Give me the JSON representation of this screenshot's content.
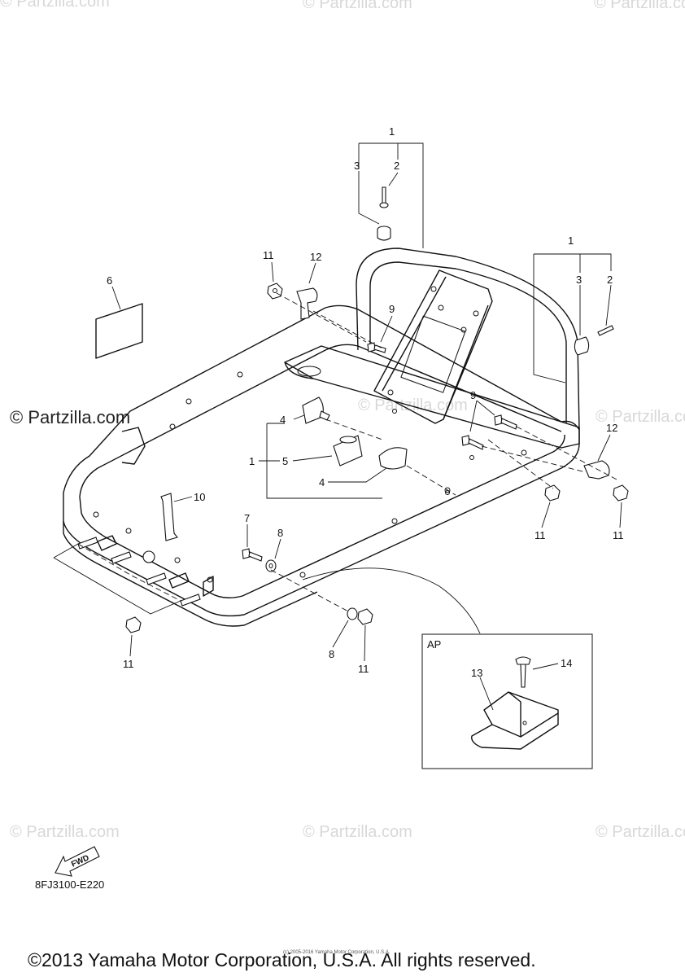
{
  "watermarks": {
    "top_left": "© Partzilla.com",
    "top_center": "© Partzilla.com",
    "top_right": "© Partzilla.com",
    "main": "© Partzilla.com",
    "mid": "© Partzilla.com",
    "right": "© Partzilla.com",
    "bottom_left": "© Partzilla.com",
    "bottom_center": "© Partzilla.com",
    "bottom_right": "© Partzilla.com"
  },
  "callouts": {
    "c1_top": "1",
    "c3_top": "3",
    "c2_top": "2",
    "c1_right": "1",
    "c3_right": "3",
    "c2_right": "2",
    "c11_topleft": "11",
    "c12_topleft": "12",
    "c6": "6",
    "c9_upper": "9",
    "c9_lower": "9",
    "c12_right": "12",
    "c4_upper": "4",
    "c1_mid": "1",
    "c5": "5",
    "c4_lower": "4",
    "c10": "10",
    "c7": "7",
    "c8_upper": "8",
    "c11_right_a": "11",
    "c11_right_b": "11",
    "c11_bottomleft": "11",
    "c8_lower": "8",
    "c11_bottom": "11",
    "c13": "13",
    "c14": "14"
  },
  "inset": {
    "label": "AP"
  },
  "fwd_label": "FWD",
  "diagram_code": "8FJ3100-E220",
  "tiny_notice": "(c) 2005-2016 Yamaha Motor Corporation, U.S.A.",
  "copyright": "©2013 Yamaha Motor Corporation, U.S.A. All rights reserved."
}
